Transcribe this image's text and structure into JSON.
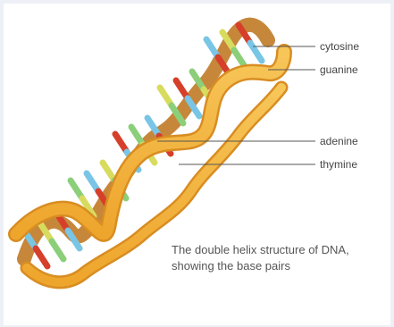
{
  "diagram": {
    "labels": {
      "cytosine": "cytosine",
      "guanine": "guanine",
      "adenine": "adenine",
      "thymine": "thymine"
    },
    "caption": {
      "line1": "The double helix structure of DNA,",
      "line2": "showing the base pairs"
    },
    "colors": {
      "strand": "#f3b33a",
      "strand_shadow": "#c07a26",
      "backbone_outline": "#d88d22",
      "cytosine": "#79c5e6",
      "guanine": "#d63f2a",
      "adenine": "#8ccf7a",
      "thymine": "#d8dc5e",
      "leader_line": "#555555",
      "frame": "#aeb3c9",
      "background": "#ffffff"
    }
  }
}
